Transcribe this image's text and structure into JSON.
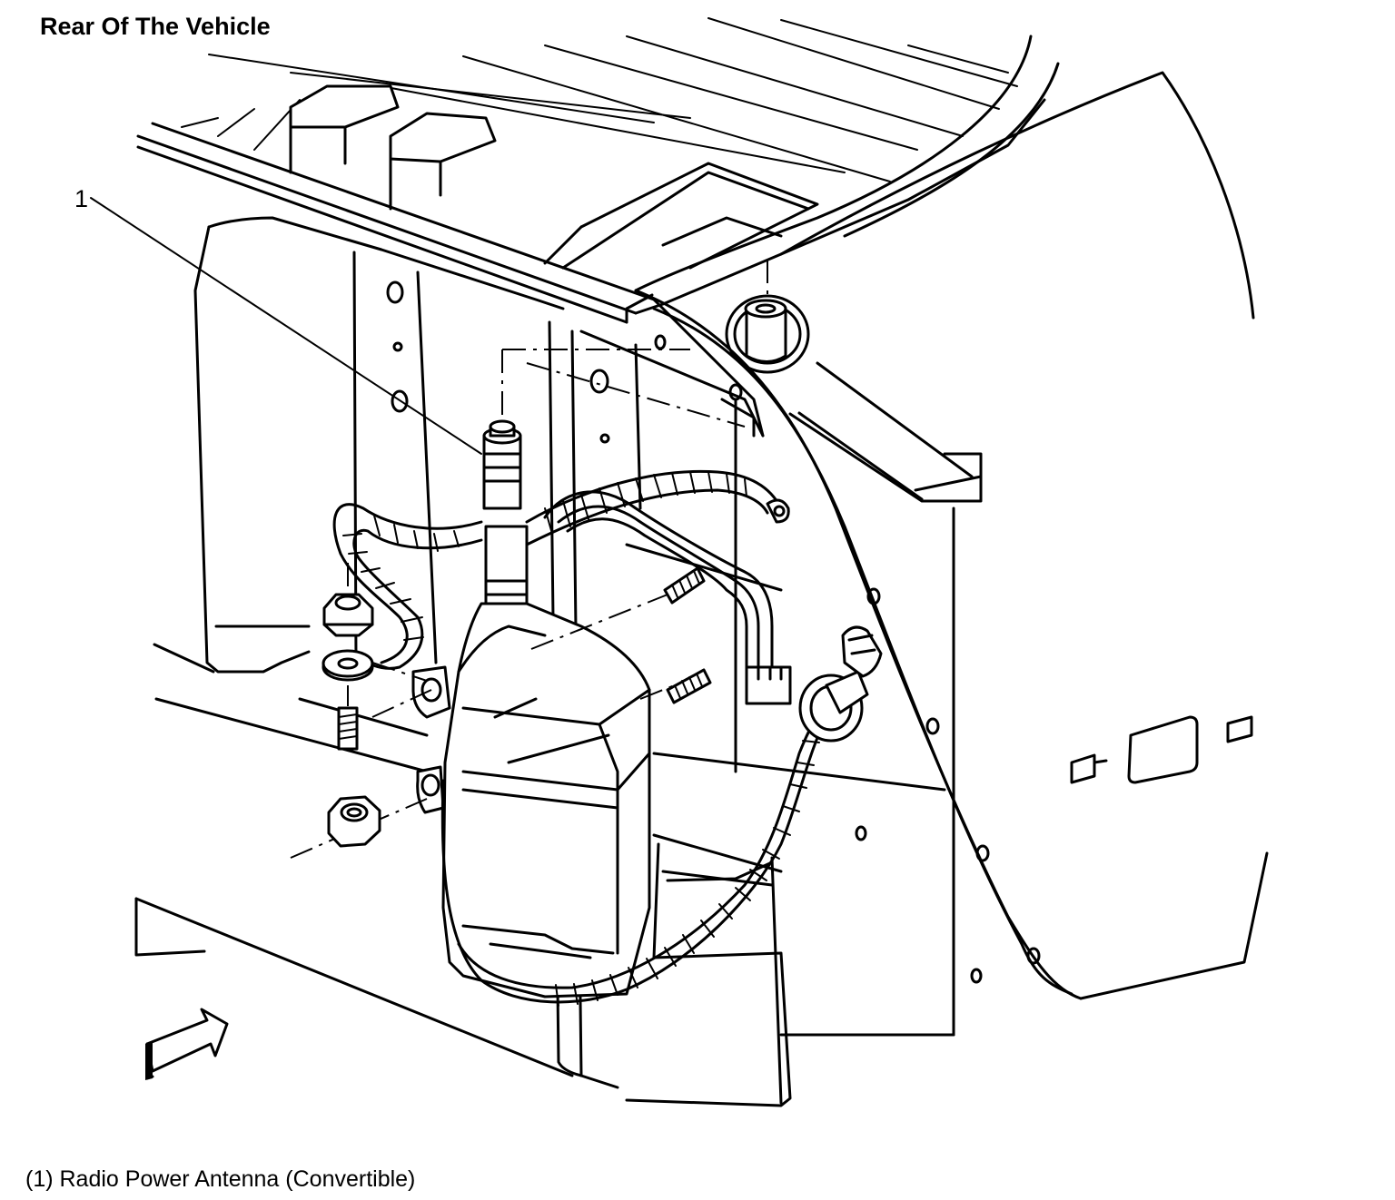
{
  "heading": "Rear Of The Vehicle",
  "callouts": [
    {
      "number": "1"
    }
  ],
  "legend": [
    {
      "text": "(1) Radio Power Antenna (Convertible)"
    }
  ],
  "colors": {
    "line": "#000000",
    "background": "#ffffff"
  }
}
